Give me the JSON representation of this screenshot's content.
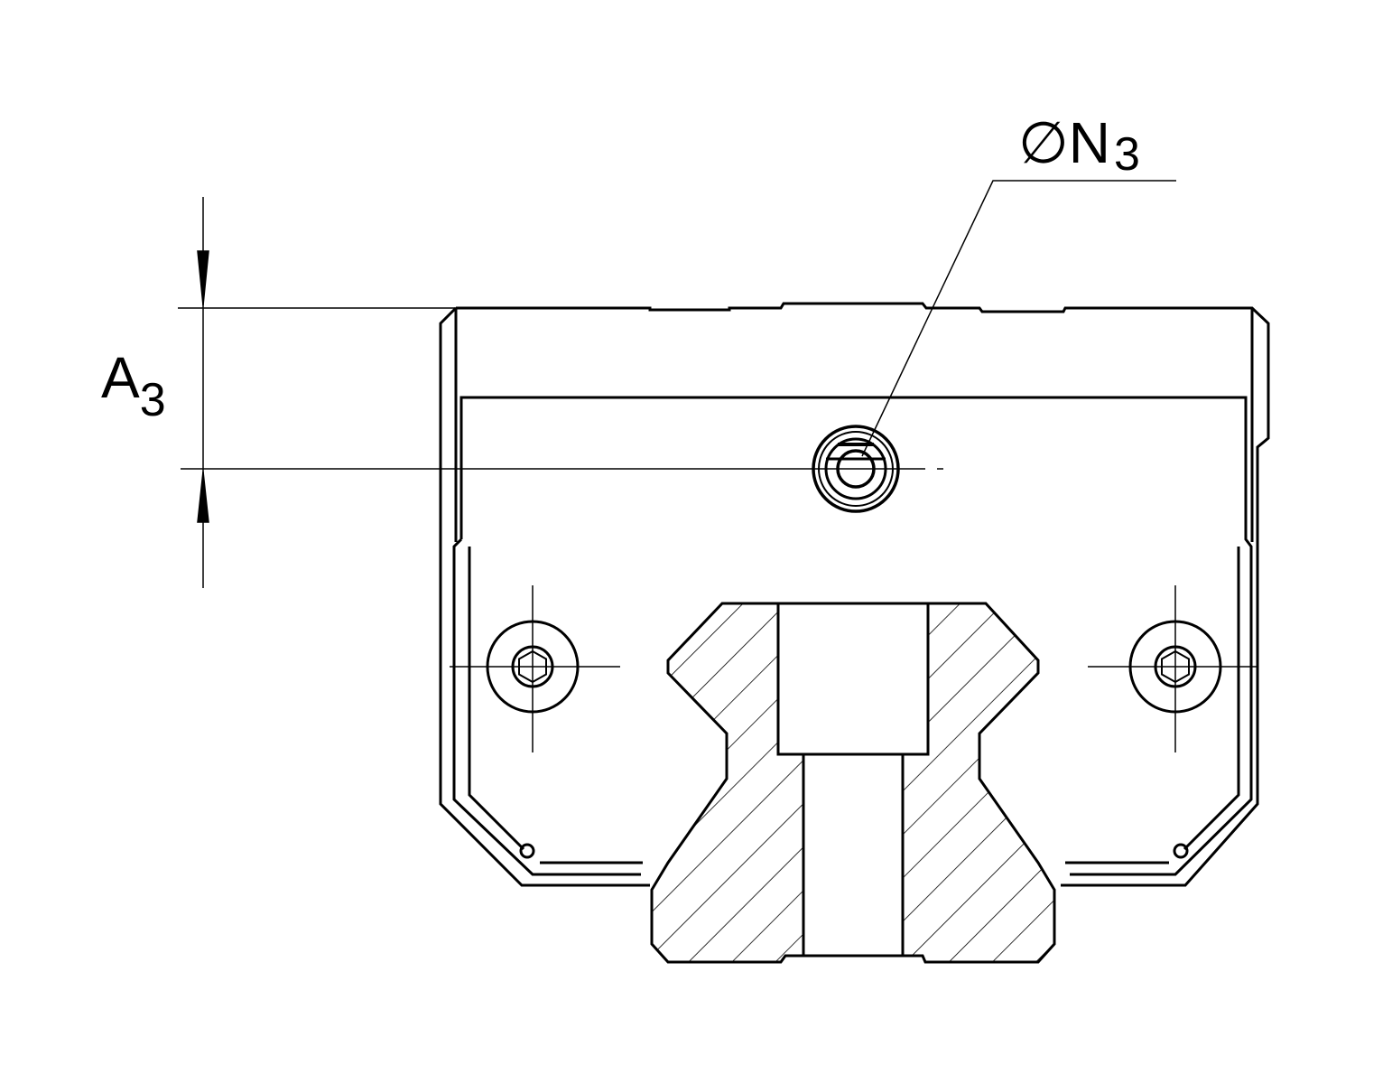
{
  "drawing": {
    "dimension_a3": {
      "main": "A",
      "sub": "3"
    },
    "dimension_n3": {
      "symbol": "∅",
      "main": "N",
      "sub": "3"
    },
    "line_color": "#000000",
    "background": "#ffffff"
  }
}
